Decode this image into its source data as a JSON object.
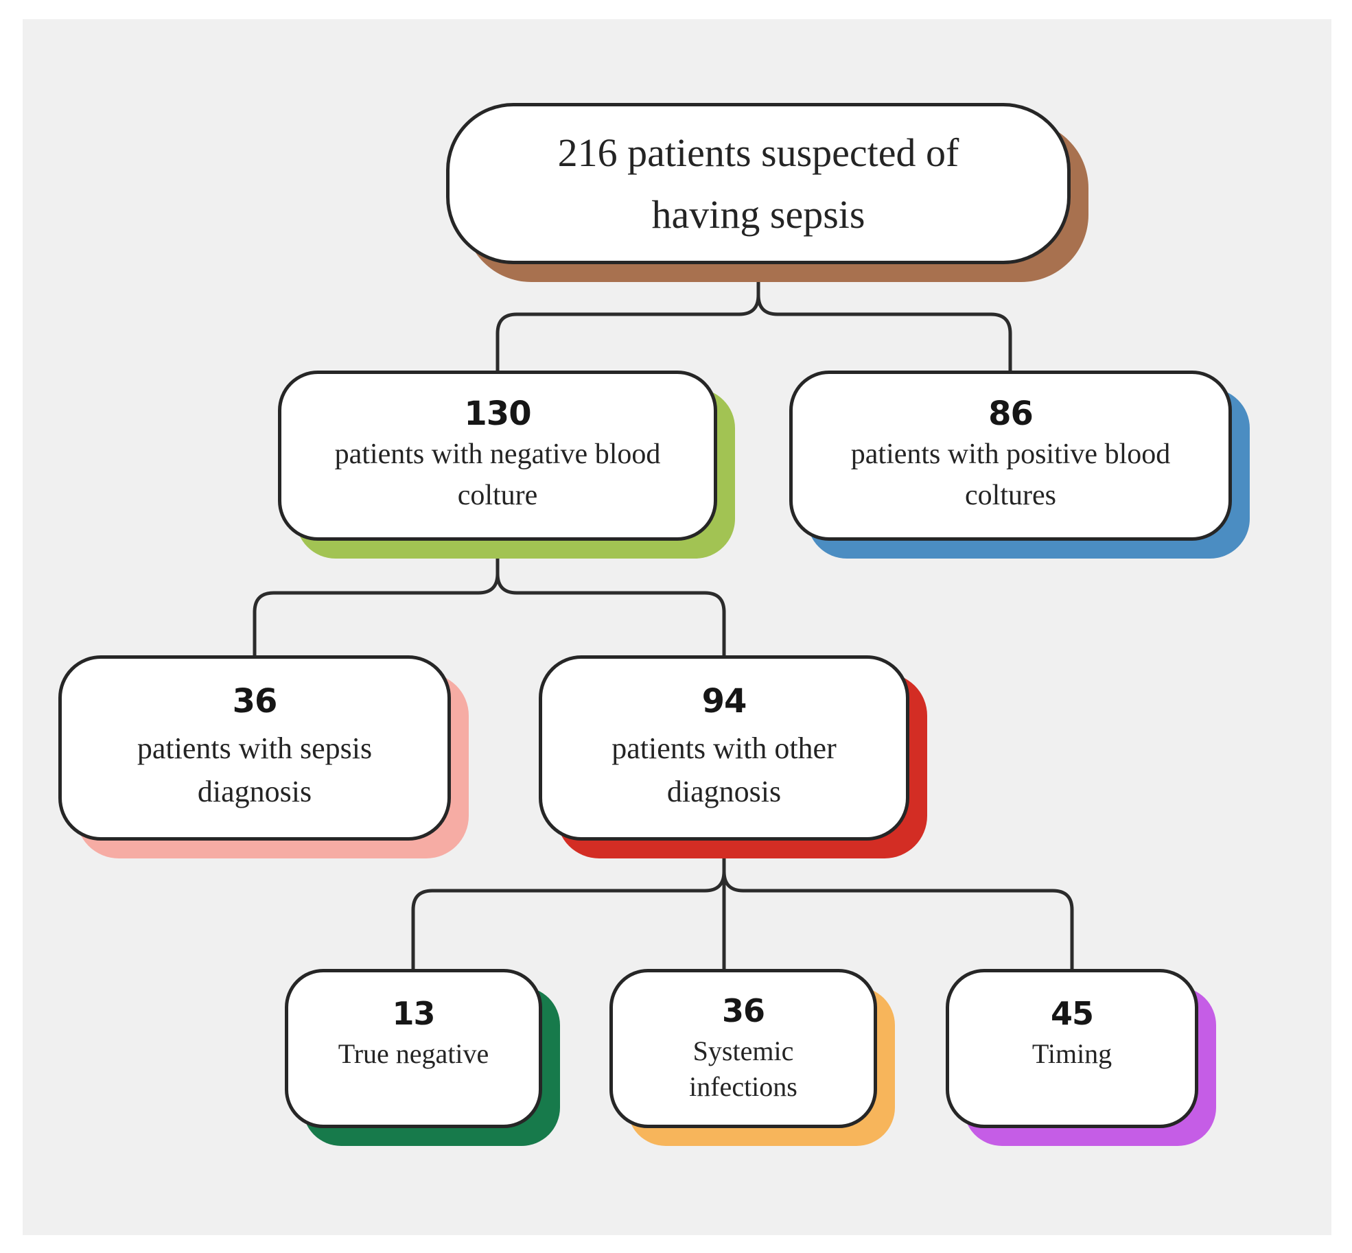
{
  "diagram": {
    "background_color": "#F0F0F0",
    "box_fill": "#FFFFFF",
    "box_border_color": "#262626",
    "connector_color": "#2B2B2B"
  },
  "nodes": {
    "root": {
      "label": "216 patients suspected of\nhaving sepsis",
      "shadow_color": "#A8714F"
    },
    "negative": {
      "number": "130",
      "label": "patients with negative blood\ncolture",
      "shadow_color": "#A2C353"
    },
    "positive": {
      "number": "86",
      "label": "patients with positive blood\ncoltures",
      "shadow_color": "#4B8DC2"
    },
    "sepsis_dx": {
      "number": "36",
      "label": "patients with sepsis\ndiagnosis",
      "shadow_color": "#F6ACA4"
    },
    "other_dx": {
      "number": "94",
      "label": "patients with other\ndiagnosis",
      "shadow_color": "#D32D24"
    },
    "true_negative": {
      "number": "13",
      "label": "True negative",
      "shadow_color": "#177A4B"
    },
    "systemic": {
      "number": "36",
      "label": "Systemic\ninfections",
      "shadow_color": "#F7B55B"
    },
    "timing": {
      "number": "45",
      "label": "Timing",
      "shadow_color": "#C55DE6"
    }
  }
}
